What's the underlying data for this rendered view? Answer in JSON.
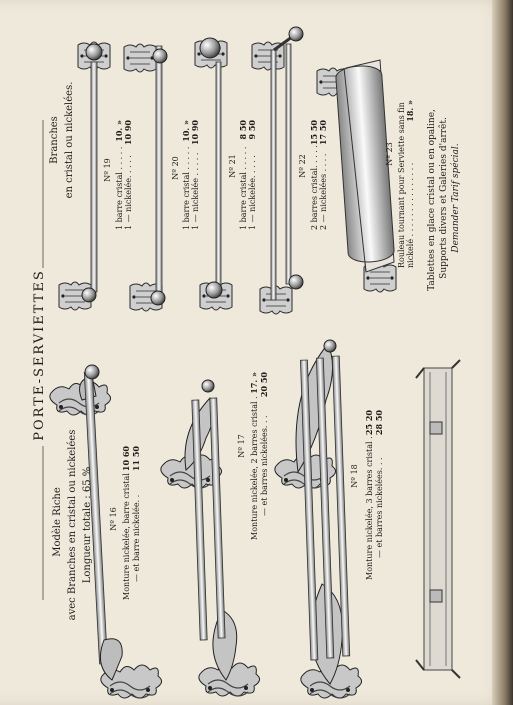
{
  "title": "PORTE-SERVIETTES",
  "section_right": {
    "heading_line1": "Branches",
    "heading_line2": "en cristal ou nickelées."
  },
  "section_left": {
    "line1": "Modèle Riche",
    "line2": "avec Branches en cristal ou nickelées",
    "line3": "Longueur totale : 65 %"
  },
  "items": [
    {
      "no": "Nº 19",
      "line1": "1 barre cristal . . . . .",
      "price1": "10. »",
      "line2": "1 — nickelée. . . . .",
      "price2": "10 90"
    },
    {
      "no": "Nº 20",
      "line1": "1 barre cristal . . . . .",
      "price1": "10. »",
      "line2": "1 — nickelée . . . . .",
      "price2": "10 90"
    },
    {
      "no": "Nº 21",
      "line1": "1 barre cristal . . . . .",
      "price1": "8 50",
      "line2": "1 — nickelée. . . . .",
      "price2": "9 50"
    },
    {
      "no": "Nº 22",
      "line1": "2 barres cristal. . . . .",
      "price1": "15 50",
      "line2": "2 — nickelées . . . .",
      "price2": "17 50"
    },
    {
      "no": "Nº 23",
      "line1": "Rouleau tournant pour Serviette sans fin",
      "line2": "nickelé . . . . . . . . . . . . . . .",
      "price2": "18. »"
    },
    {
      "no": "Nº 16",
      "line1": "Monture nickelée, barre cristal .",
      "price1": "10 60",
      "line2": "— et barre nickelée. .",
      "price2": "11 50"
    },
    {
      "no": "Nº 17",
      "line1": "Monture nickelée, 2 barres cristal .",
      "price1": "17. »",
      "line2": "— et barres nickelées. . .",
      "price2": "20 50"
    },
    {
      "no": "Nº 18",
      "line1": "Monture nickelée, 3 barres cristal .",
      "price1": "25 20",
      "line2": "— et barres nickelées. . .",
      "price2": "28 50"
    }
  ],
  "notes": {
    "line1": "Tablettes en glace cristal ou en opaline,",
    "line2": "Supports divers et Galeries d'arrêt.",
    "line3": "Demander Tarif spécial."
  }
}
